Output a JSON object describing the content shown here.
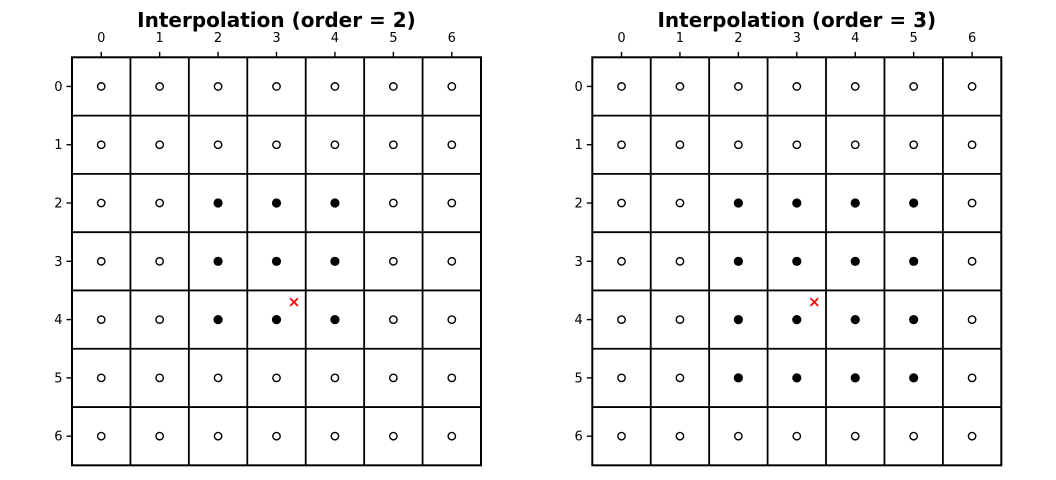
{
  "figure": {
    "background": "#ffffff",
    "line_color": "#000000",
    "text_color": "#000000",
    "open_marker_fill": "#ffffff",
    "filled_marker_color": "#000000",
    "cross_color": "#ff0000"
  },
  "chart_data": [
    {
      "type": "scatter",
      "title": "Interpolation (order = 2)",
      "x_tick_labels": [
        "0",
        "1",
        "2",
        "3",
        "4",
        "5",
        "6"
      ],
      "y_tick_labels": [
        "0",
        "1",
        "2",
        "3",
        "4",
        "5",
        "6"
      ],
      "grid_rows": 7,
      "grid_cols": 7,
      "grid": true,
      "legend_position": "none",
      "markers": {
        "open": "open-circle at every grid cell center not listed in filled_cells",
        "filled": "filled-black-circle",
        "query": "red-x"
      },
      "filled_cells": [
        [
          2,
          2
        ],
        [
          2,
          3
        ],
        [
          2,
          4
        ],
        [
          3,
          2
        ],
        [
          3,
          3
        ],
        [
          3,
          4
        ],
        [
          4,
          2
        ],
        [
          4,
          3
        ],
        [
          4,
          4
        ]
      ],
      "query_point": {
        "x": 3.3,
        "y": 3.7
      }
    },
    {
      "type": "scatter",
      "title": "Interpolation (order = 3)",
      "x_tick_labels": [
        "0",
        "1",
        "2",
        "3",
        "4",
        "5",
        "6"
      ],
      "y_tick_labels": [
        "0",
        "1",
        "2",
        "3",
        "4",
        "5",
        "6"
      ],
      "grid_rows": 7,
      "grid_cols": 7,
      "grid": true,
      "legend_position": "none",
      "markers": {
        "open": "open-circle at every grid cell center not listed in filled_cells",
        "filled": "filled-black-circle",
        "query": "red-x"
      },
      "filled_cells": [
        [
          2,
          2
        ],
        [
          2,
          3
        ],
        [
          2,
          4
        ],
        [
          2,
          5
        ],
        [
          3,
          2
        ],
        [
          3,
          3
        ],
        [
          3,
          4
        ],
        [
          3,
          5
        ],
        [
          4,
          2
        ],
        [
          4,
          3
        ],
        [
          4,
          4
        ],
        [
          4,
          5
        ],
        [
          5,
          2
        ],
        [
          5,
          3
        ],
        [
          5,
          4
        ],
        [
          5,
          5
        ]
      ],
      "query_point": {
        "x": 3.3,
        "y": 3.7
      }
    }
  ]
}
